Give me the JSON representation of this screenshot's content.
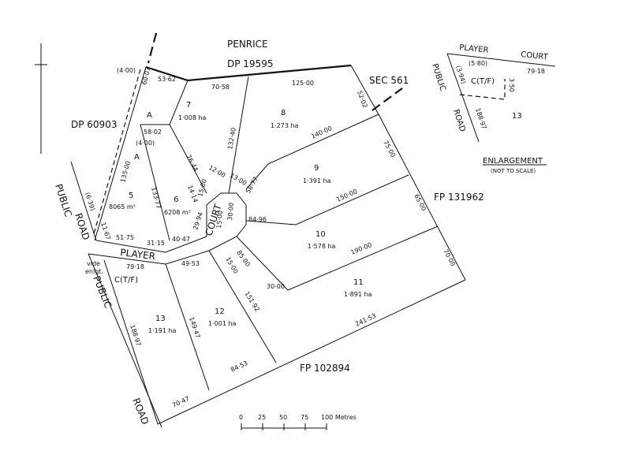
{
  "labels": {
    "penrice": "PENRICE",
    "dp_19595": "DP 19595",
    "sec_561": "SEC 561",
    "dp_60903": "DP 60903",
    "fp_131962": "FP 131962",
    "fp_102894": "FP 102894",
    "public_road_left_1": "PUBLIC",
    "public_road_left_2": "ROAD",
    "public_road_bottom_1": "PUBLIC",
    "public_road_bottom_2": "ROAD",
    "player": "PLAYER",
    "court": "COURT",
    "vide_1": "vide",
    "vide_2": "enlgt.",
    "ctf": "C(T/F)",
    "easement_a1": "A",
    "easement_a2": "A"
  },
  "lots": [
    {
      "number": "5",
      "area": "8065 m²"
    },
    {
      "number": "6",
      "area": "6208 m²"
    },
    {
      "number": "7",
      "area": "1·008 ha"
    },
    {
      "number": "8",
      "area": "1·273 ha"
    },
    {
      "number": "9",
      "area": "1·391 ha"
    },
    {
      "number": "10",
      "area": "1·578 ha"
    },
    {
      "number": "11",
      "area": "1·891 ha"
    },
    {
      "number": "12",
      "area": "1·001 ha"
    },
    {
      "number": "13",
      "area": "1·191 ha"
    }
  ],
  "dimensions": {
    "d_4_00_top": "(4·00)",
    "d_53_62": "53·62",
    "d_70_58": "70·58",
    "d_125_00": "125·00",
    "d_52_02": "52·02",
    "d_60_07": "60·07",
    "d_58_02": "58·02",
    "d_4_00_mid": "(4·00)",
    "d_135_00": "135·00",
    "d_132_40": "132·40",
    "d_140_00": "140·00",
    "d_75_00": "75·00",
    "d_133_77": "133·77",
    "d_76_44": "76·44",
    "d_12_00": "12·00",
    "d_13_00": "13·00",
    "d_58_77": "58·77",
    "d_14_14": "14·14",
    "d_15_00_a": "15·00",
    "d_6_39": "(6·39)",
    "d_11_67": "11·67",
    "d_29_94": "29·94",
    "d_30_00_court": "30·00",
    "d_84_96": "84·96",
    "d_150_00": "150·00",
    "d_65_00": "65·00",
    "d_51_75": "51·75",
    "d_31_15": "31·15",
    "d_40_47": "40·47",
    "d_15_00_b": "15·00",
    "d_85_00": "85·00",
    "d_190_00": "190·00",
    "d_70_00": "70·00",
    "d_79_18": "79·18",
    "d_49_53": "49·53",
    "d_15_00_c": "15·00",
    "d_151_92": "151·92",
    "d_30_00_bottom": "30·00",
    "d_188_97": "188·97",
    "d_149_47": "149·47",
    "d_241_53": "241·53",
    "d_84_53": "84·53",
    "d_70_47": "70·47"
  },
  "enlargement": {
    "player": "PLAYER",
    "court": "COURT",
    "public": "PUBLIC",
    "road": "ROAD",
    "d_5_80": "(5·80)",
    "d_79_18": "79·18",
    "d_3_94": "(3·94)",
    "ctf": "C(T/F)",
    "d_3_50": "3·50",
    "d_188_97": "188·97",
    "lot": "13",
    "title": "ENLARGEMENT",
    "subtitle": "(NOT TO SCALE)"
  },
  "scale_bar": {
    "ticks": [
      "0",
      "25",
      "50",
      "75",
      "100 Metres"
    ]
  }
}
